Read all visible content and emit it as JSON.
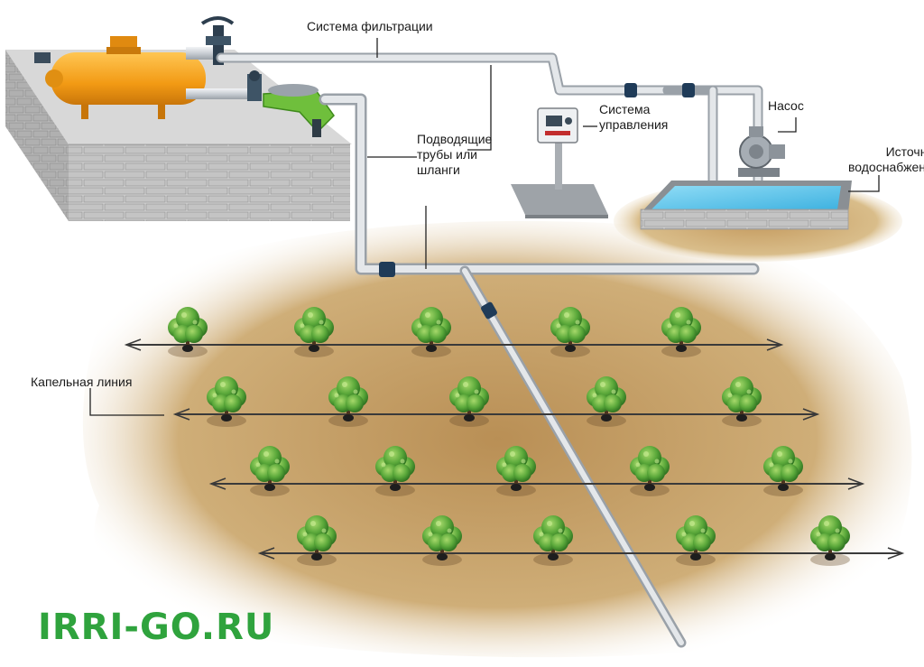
{
  "labels": {
    "filtration": "Система фильтрации",
    "control_line1": "Система",
    "control_line2": "управления",
    "pump": "Насос",
    "source_line1": "Источник",
    "source_line2": "водоснабжения",
    "pipes_line1": "Подводящие",
    "pipes_line2": "трубы или",
    "pipes_line3": "шланги",
    "drip_line": "Капельная линия"
  },
  "brand": {
    "text": "IRRI-GO.RU",
    "color": "#2fa33d"
  },
  "colors": {
    "soil": "#c9a46a",
    "water": "#5cc4ea",
    "tank": "#f4a21c",
    "filter": "#6fbf3c",
    "pipe": "#d9dde2",
    "tree": "#5aa83a",
    "brick": "#c8c8c8"
  },
  "icons": [
    "filter-tank-icon",
    "valve-icon",
    "screen-filter-icon",
    "controller-icon",
    "pump-icon",
    "tree-icon",
    "drip-line-arrow-icon"
  ]
}
